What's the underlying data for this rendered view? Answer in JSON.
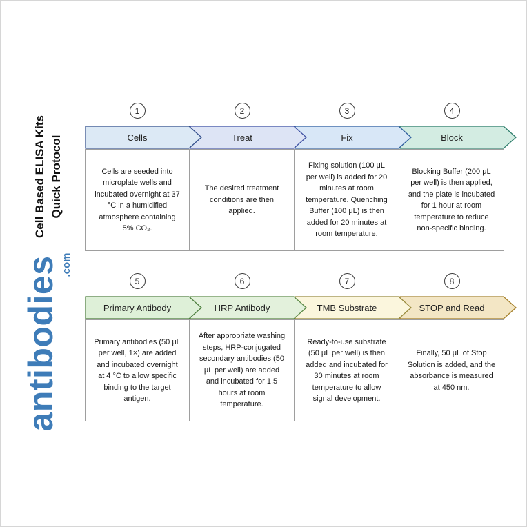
{
  "brand": {
    "title_line1": "Cell Based ELISA Kits",
    "title_line2": "Quick Protocol",
    "logo_text": "antibodies",
    "logo_suffix": ".com",
    "logo_color": "#3e7cb8"
  },
  "steps": [
    {
      "number": "1",
      "label": "Cells",
      "fill": "#dce9f5",
      "stroke": "#34508c",
      "description": "Cells are seeded into microplate wells and incubated overnight at 37 °C in a humidified atmosphere containing 5% CO₂."
    },
    {
      "number": "2",
      "label": "Treat",
      "fill": "#dde4f5",
      "stroke": "#3f51a3",
      "description": "The desired treatment conditions are then applied."
    },
    {
      "number": "3",
      "label": "Fix",
      "fill": "#d8e7f7",
      "stroke": "#2f5e9e",
      "description": "Fixing solution (100 μL per well) is added for 20 minutes at room temperature. Quenching Buffer (100 μL) is then added for 20 minutes at room temperature."
    },
    {
      "number": "4",
      "label": "Block",
      "fill": "#d3ece2",
      "stroke": "#2e7d6b",
      "description": "Blocking Buffer (200 μL per well) is then applied, and the plate is incubated for 1 hour at room temperature to reduce non-specific binding."
    },
    {
      "number": "5",
      "label": "Primary Antibody",
      "fill": "#def0d8",
      "stroke": "#4c7e3c",
      "description": "Primary antibodies (50 μL per well, 1×) are added and incubated overnight at 4 °C to allow specific binding to the target antigen."
    },
    {
      "number": "6",
      "label": "HRP Antibody",
      "fill": "#e3f1dc",
      "stroke": "#5b8a46",
      "description": "After appropriate washing steps, HRP-conjugated secondary antibodies (50 μL per well) are added and incubated for 1.5 hours at room temperature."
    },
    {
      "number": "7",
      "label": "TMB Substrate",
      "fill": "#fbf6dd",
      "stroke": "#97893a",
      "description": "Ready-to-use substrate (50 μL per well) is then added and incubated for 30 minutes at room temperature to allow signal development."
    },
    {
      "number": "8",
      "label": "STOP and Read",
      "fill": "#f3e6c5",
      "stroke": "#a5802b",
      "description": "Finally, 50 μL of Stop Solution is added, and the absorbance is measured at 450 nm."
    }
  ]
}
